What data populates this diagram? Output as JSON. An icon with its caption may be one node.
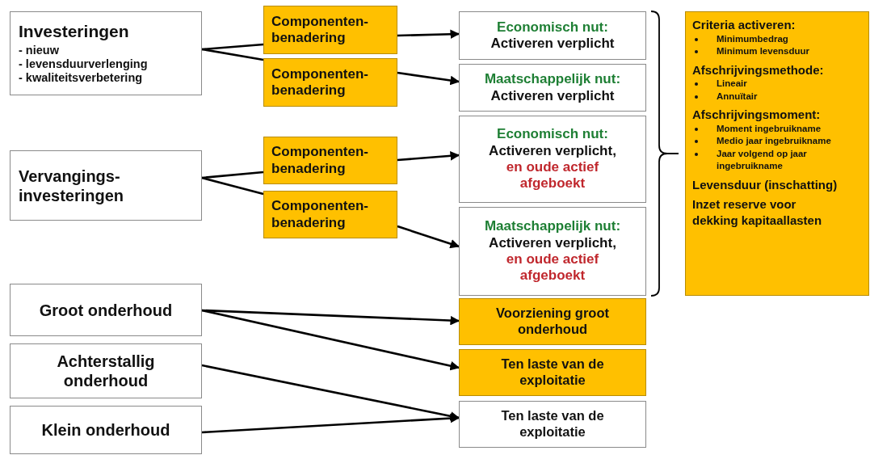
{
  "diagram": {
    "nodes": [
      {
        "text": [
          "Investeringen",
          "- nieuw",
          "- levensduurverlenging",
          "- kwaliteitsverbetering"
        ]
      },
      {
        "text": [
          "Componenten- benadering"
        ]
      },
      {
        "text": [
          "Componenten- benadering"
        ]
      },
      {
        "text": [
          "Vervangings- investeringen"
        ]
      },
      {
        "text": [
          "Componenten- benadering"
        ]
      },
      {
        "text": [
          "Componenten- benadering"
        ]
      },
      {
        "text": [
          "Economisch nut:",
          "Activeren verplicht"
        ]
      },
      {
        "text": [
          "Maatschappelijk nut:",
          "Activeren verplicht"
        ]
      },
      {
        "text": [
          "Economisch nut:",
          "Activeren verplicht,",
          "en oude actief afgeboekt"
        ]
      },
      {
        "text": [
          "Maatschappelijk nut:",
          "Activeren verplicht,",
          "en oude actief afgeboekt"
        ]
      },
      {
        "text": [
          "Criteria activeren:",
          "Minimumbedrag",
          "Minimum levensduur",
          "Afschrijvingsmethode:",
          "Lineair",
          "Annuïtair",
          "Afschrijvingsmoment:",
          "Moment ingebruikname",
          "Medio jaar ingebruikname",
          "Jaar volgend op jaar ingebruikname",
          "Levensduur (inschatting)",
          "Inzet reserve voor dekking kapitaallasten"
        ]
      },
      {
        "text": [
          "Groot onderhoud"
        ]
      },
      {
        "text": [
          "Achterstallig onderhoud"
        ]
      },
      {
        "text": [
          "Klein onderhoud"
        ]
      },
      {
        "text": [
          "Voorziening groot onderhoud"
        ]
      },
      {
        "text": [
          "Ten laste van de exploitatie"
        ]
      },
      {
        "text": [
          "Ten laste van de exploitatie"
        ]
      }
    ],
    "edges": [
      {
        "from": 0,
        "to": 1,
        "arrow": "none"
      },
      {
        "from": 0,
        "to": 2,
        "arrow": "none"
      },
      {
        "from": 1,
        "to": 6,
        "arrow": "to"
      },
      {
        "from": 2,
        "to": 7,
        "arrow": "to"
      },
      {
        "from": 3,
        "to": 4,
        "arrow": "none"
      },
      {
        "from": 3,
        "to": 5,
        "arrow": "none"
      },
      {
        "from": 4,
        "to": 8,
        "arrow": "to"
      },
      {
        "from": 5,
        "to": 9,
        "arrow": "to"
      },
      {
        "from": 11,
        "to": 14,
        "arrow": "to"
      },
      {
        "from": 11,
        "to": 15,
        "arrow": "to"
      },
      {
        "from": 12,
        "to": 16,
        "arrow": "to"
      },
      {
        "from": 13,
        "to": 16,
        "arrow": "to"
      }
    ]
  }
}
